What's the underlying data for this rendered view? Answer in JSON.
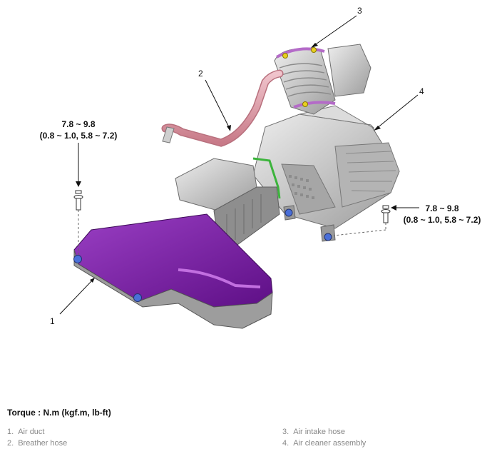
{
  "callouts": {
    "c1": "1",
    "c2": "2",
    "c3": "3",
    "c4": "4"
  },
  "torque_left": {
    "line1": "7.8 ~ 9.8",
    "line2": "(0.8 ~ 1.0, 5.8 ~ 7.2)"
  },
  "torque_right": {
    "line1": "7.8 ~ 9.8",
    "line2": "(0.8 ~ 1.0, 5.8 ~ 7.2)"
  },
  "torque_heading": "Torque : N.m (kgf.m, lb-ft)",
  "legend": [
    {
      "num": "1.",
      "label": "Air duct"
    },
    {
      "num": "2.",
      "label": "Breather hose"
    },
    {
      "num": "3.",
      "label": "Air intake hose"
    },
    {
      "num": "4.",
      "label": "Air cleaner assembly"
    }
  ],
  "colors": {
    "duct_purple": "#7a1fa2",
    "hose_pink": "#e2a2ae",
    "body_gray": "#c8c8c8",
    "seal_green": "#3cb43c",
    "bolt_blue": "#4a6fd8"
  }
}
